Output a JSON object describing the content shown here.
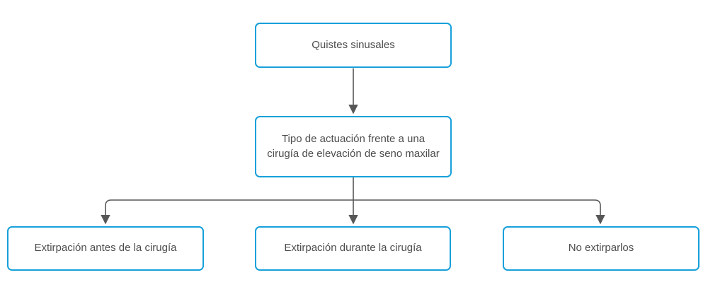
{
  "colors": {
    "node-border": "#17a0da",
    "node-fill": "#ffffff",
    "line": "#575757",
    "text": "#4d4d4d",
    "bg": "#ffffff"
  },
  "diagram": {
    "type": "flowchart",
    "nodes": [
      {
        "id": "root",
        "label": "Quistes sinusales"
      },
      {
        "id": "decision",
        "label": "Tipo de actuación frente a una cirugía de elevación de seno maxilar"
      },
      {
        "id": "before",
        "label": "Extirpación antes de la cirugía"
      },
      {
        "id": "during",
        "label": "Extirpación durante la cirugía"
      },
      {
        "id": "none",
        "label": "No extirparlos"
      }
    ],
    "edges": [
      {
        "from": "root",
        "to": "decision"
      },
      {
        "from": "decision",
        "to": "before"
      },
      {
        "from": "decision",
        "to": "during"
      },
      {
        "from": "decision",
        "to": "none"
      }
    ]
  }
}
